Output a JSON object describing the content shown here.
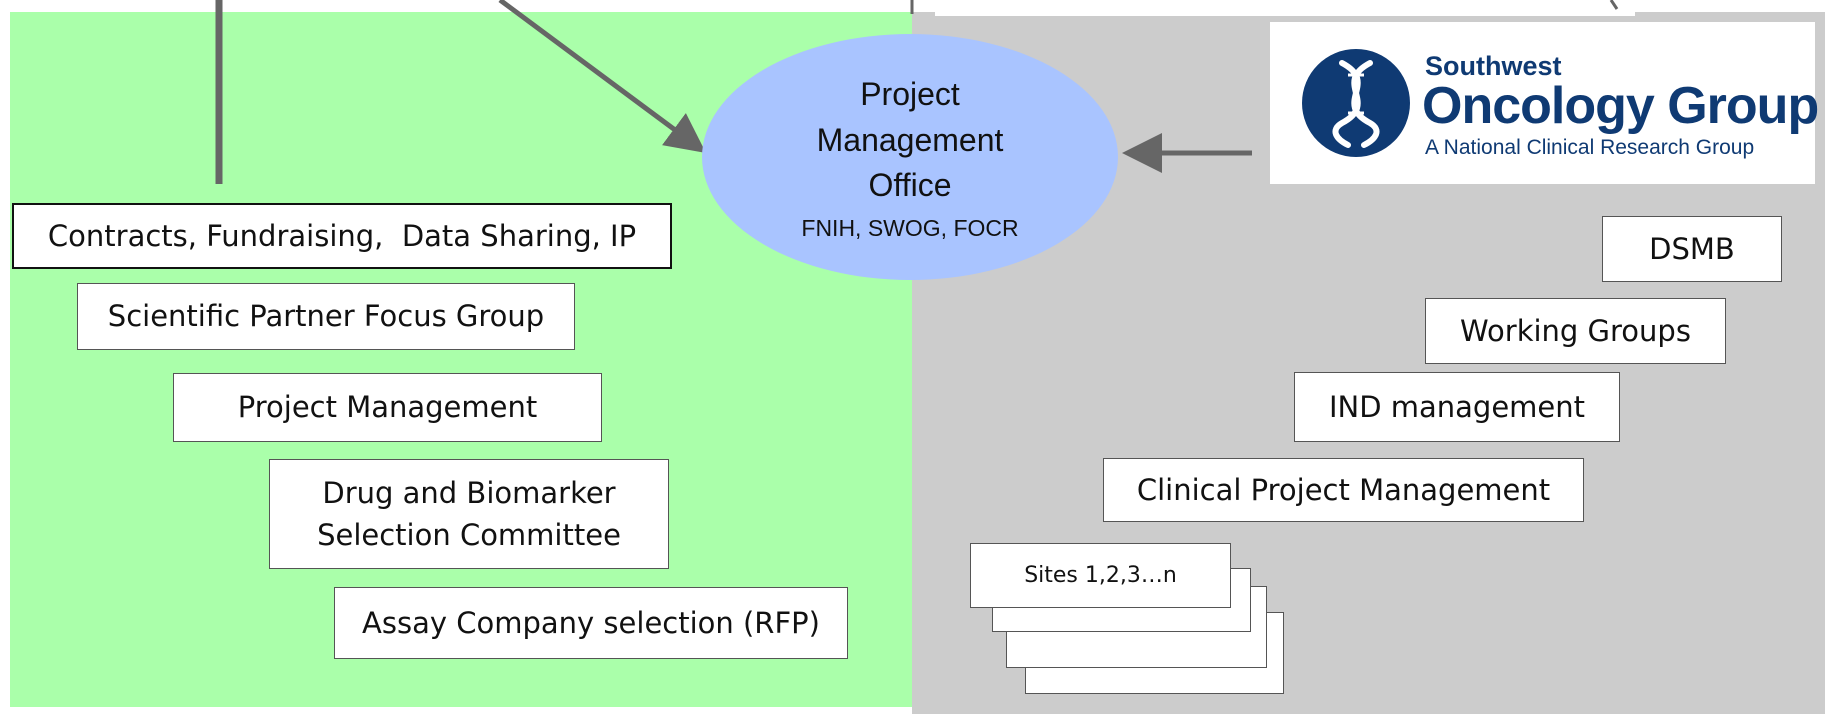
{
  "left_boxes": {
    "contracts": "Contracts, Fundraising,  Data Sharing, IP",
    "scientific_partner": "Scientific Partner Focus Group",
    "project_management": "Project Management",
    "drug_biomarker_line1": "Drug and Biomarker",
    "drug_biomarker_line2": "Selection Committee",
    "assay_company": "Assay Company selection (RFP)"
  },
  "center": {
    "pmo_line1": "Project",
    "pmo_line2": "Management",
    "pmo_line3": "Office",
    "pmo_sub": "FNIH, SWOG, FOCR"
  },
  "logo": {
    "line1": "Southwest",
    "line2": "Oncology Group",
    "line3": "A National Clinical Research Group"
  },
  "right_boxes": {
    "dsmb": "DSMB",
    "working_groups": "Working Groups",
    "ind_management": "IND management",
    "clinical_pm": "Clinical Project Management",
    "sites": "Sites 1,2,3…n"
  },
  "colors": {
    "green_panel": "#aaffaa",
    "gray_panel": "#cccccc",
    "ellipse": "#a9c4ff",
    "logo_blue": "#0f3a73",
    "arrow": "#666666"
  }
}
